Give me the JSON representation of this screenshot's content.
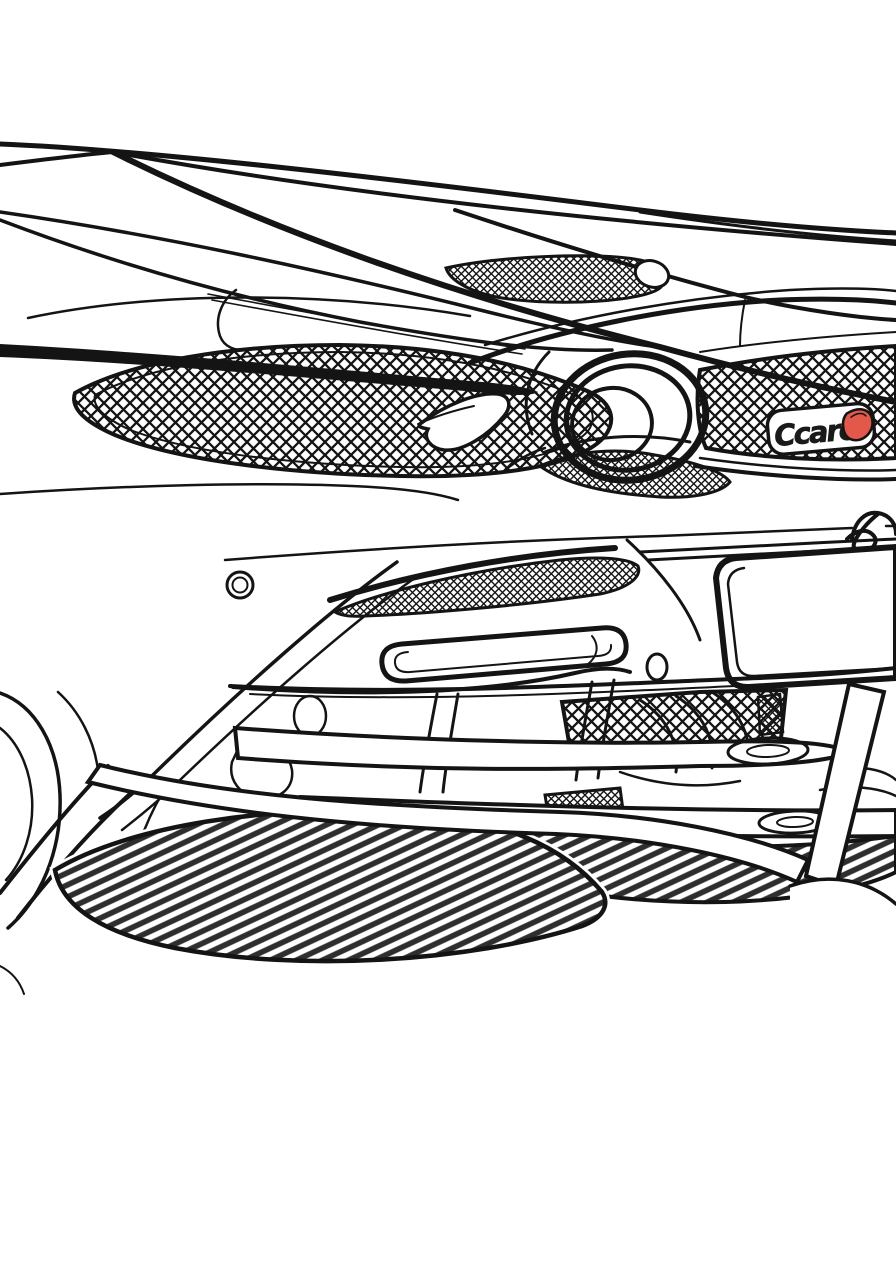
{
  "scene": {
    "description": "Black-and-white line-art coloring page of a supercar rear end: rear deck spoiler lines, quarter-panel mesh grilles, central round exhaust pipe, blank tilted license plate, bumper with reverse-light slot and parking sensors, tow hook loop, underbody bars and pipes, carbon-striped rear diffuser blades, rear tire at lower left",
    "background_color": "#ffffff",
    "line_color": "#141414",
    "badge": {
      "text": "Ccaro",
      "accent_color": "#e2584a",
      "capsule_color": "#ffffff"
    },
    "textures": {
      "grille_mesh": "diamond crosshatch",
      "vent_mesh": "fine crosshatch",
      "diffuser": "diagonal carbon stripes",
      "stripe_color": "#2e2e2e"
    },
    "parts": [
      "rear-deck-spoiler-lines",
      "engine-vent-slit",
      "left-quarter-grille",
      "grille-emblem",
      "exhaust-pipe",
      "exhaust-collar",
      "right-quarter-grille",
      "brand-badge",
      "bumper-top-crease",
      "tow-hook",
      "license-plate",
      "parking-sensor",
      "center-vent",
      "reverse-light-slot",
      "lower-center-grille",
      "underbody-bars",
      "suspension-struts",
      "rear-tire",
      "diffuser-blades",
      "diffuser-strap",
      "bumper-lower-lip"
    ]
  }
}
